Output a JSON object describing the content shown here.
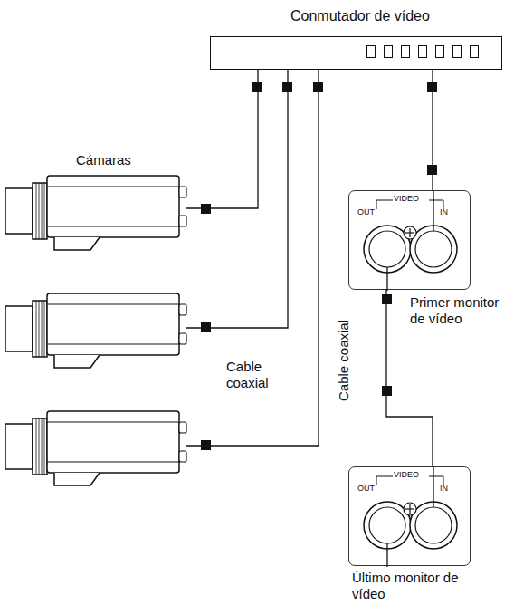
{
  "diagram": {
    "nodes": [
      {
        "text": [
          "Conmutador de vídeo"
        ]
      },
      {
        "text": [
          "VIDEO",
          "OUT",
          "IN",
          "Primer monitor de vídeo"
        ]
      },
      {
        "text": [
          "VIDEO",
          "OUT",
          "IN",
          "Último monitor de vídeo"
        ]
      }
    ],
    "edges": [
      {
        "from": 0,
        "to": 1,
        "arrow": "none"
      },
      {
        "from": 1,
        "to": 2,
        "arrow": "none"
      }
    ],
    "labels": [
      "Cámaras",
      "Cable coaxial",
      "Cable coaxial"
    ]
  }
}
